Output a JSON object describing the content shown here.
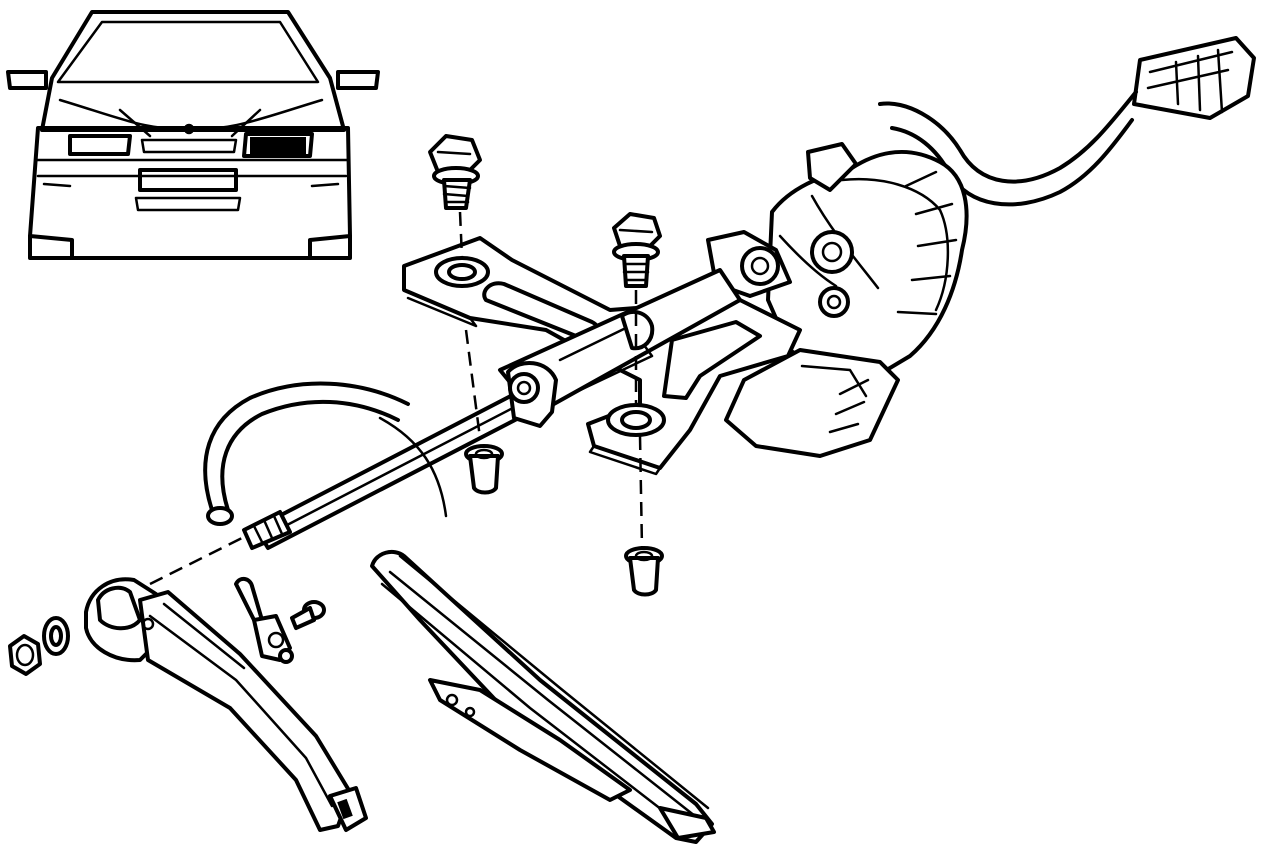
{
  "figure": {
    "kind": "exploded-assembly-drawing",
    "subject": "rear-wiper-motor-assembly",
    "line_color": "#000000",
    "background_color": "#ffffff",
    "text_labels": []
  },
  "parts": [
    {
      "id": "car-front-inset",
      "icon": "car-front-view-icon"
    },
    {
      "id": "wiper-motor",
      "icon": "wiper-motor-icon"
    },
    {
      "id": "electrical-connector",
      "icon": "connector-plug-icon"
    },
    {
      "id": "mounting-bracket",
      "icon": "mounting-bracket-icon"
    },
    {
      "id": "mounting-bolt-upper",
      "icon": "flange-bolt-icon"
    },
    {
      "id": "mounting-bolt-center",
      "icon": "flange-bolt-icon"
    },
    {
      "id": "rubber-grommet-left",
      "icon": "grommet-icon"
    },
    {
      "id": "rubber-grommet-right",
      "icon": "grommet-icon"
    },
    {
      "id": "drive-spindle",
      "icon": "spindle-shaft-icon"
    },
    {
      "id": "washer-hose",
      "icon": "hose-icon"
    },
    {
      "id": "spindle-nut",
      "icon": "nut-icon"
    },
    {
      "id": "spindle-washer",
      "icon": "washer-icon"
    },
    {
      "id": "wiper-arm",
      "icon": "wiper-arm-icon"
    },
    {
      "id": "washer-jet",
      "icon": "washer-jet-icon"
    },
    {
      "id": "small-screw",
      "icon": "screw-icon"
    },
    {
      "id": "wiper-blade",
      "icon": "wiper-blade-icon"
    }
  ]
}
